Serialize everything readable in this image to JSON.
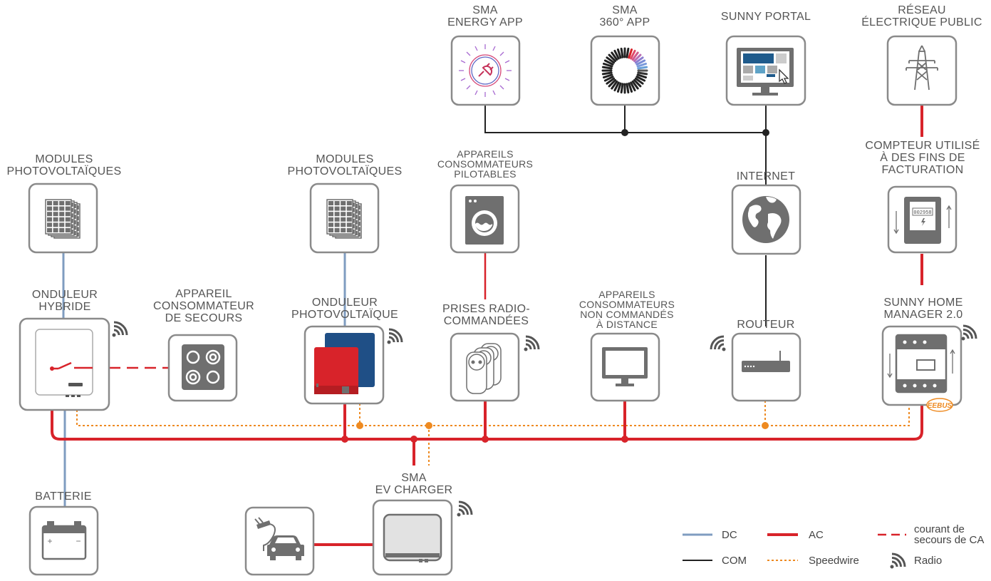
{
  "labels": {
    "energy_app": [
      "SMA",
      "ENERGY APP"
    ],
    "app360": [
      "SMA",
      "360° APP"
    ],
    "portal": [
      "SUNNY PORTAL"
    ],
    "reseau": [
      "RÉSEAU",
      "ÉLECTRIQUE PUBLIC"
    ],
    "modules1": [
      "MODULES",
      "PHOTOVOLTAÏQUES"
    ],
    "modules2": [
      "MODULES",
      "PHOTOVOLTAÏQUES"
    ],
    "pilotables": [
      "APPAREILS",
      "CONSOMMATEURS",
      "PILOTABLES"
    ],
    "internet": [
      "INTERNET"
    ],
    "compteur": [
      "COMPTEUR UTILISÉ",
      "À DES FINS DE",
      "FACTURATION"
    ],
    "hybride": [
      "ONDULEUR",
      "HYBRIDE"
    ],
    "secours": [
      "APPAREIL",
      "CONSOMMATEUR",
      "DE SECOURS"
    ],
    "onduleur_pv": [
      "ONDULEUR",
      "PHOTOVOLTAÏQUE"
    ],
    "prises": [
      "PRISES RADIO-",
      "COMMANDÉES"
    ],
    "non_commandes": [
      "APPAREILS",
      "CONSOMMATEURS",
      "NON COMMANDÉS",
      "À DISTANCE"
    ],
    "routeur": [
      "ROUTEUR"
    ],
    "home_manager": [
      "SUNNY HOME",
      "MANAGER 2.0"
    ],
    "batterie": [
      "BATTERIE"
    ],
    "ev_charger": [
      "SMA",
      "EV CHARGER"
    ]
  },
  "meter_display": "002958",
  "eebus": "EEBUS",
  "legend": {
    "dc": "DC",
    "ac": "AC",
    "secours": [
      "courant de",
      "secours de CA"
    ],
    "com": "COM",
    "speedwire": "Speedwire",
    "radio": "Radio"
  },
  "colors": {
    "dc": "#7f9cc0",
    "ac": "#d8232a",
    "com": "#222222",
    "speedwire": "#ee8a21",
    "box_border": "#8a8a8a",
    "icon": "#6f6f6f",
    "inverter_red": "#d8232a",
    "inverter_blue": "#1f4f86"
  }
}
